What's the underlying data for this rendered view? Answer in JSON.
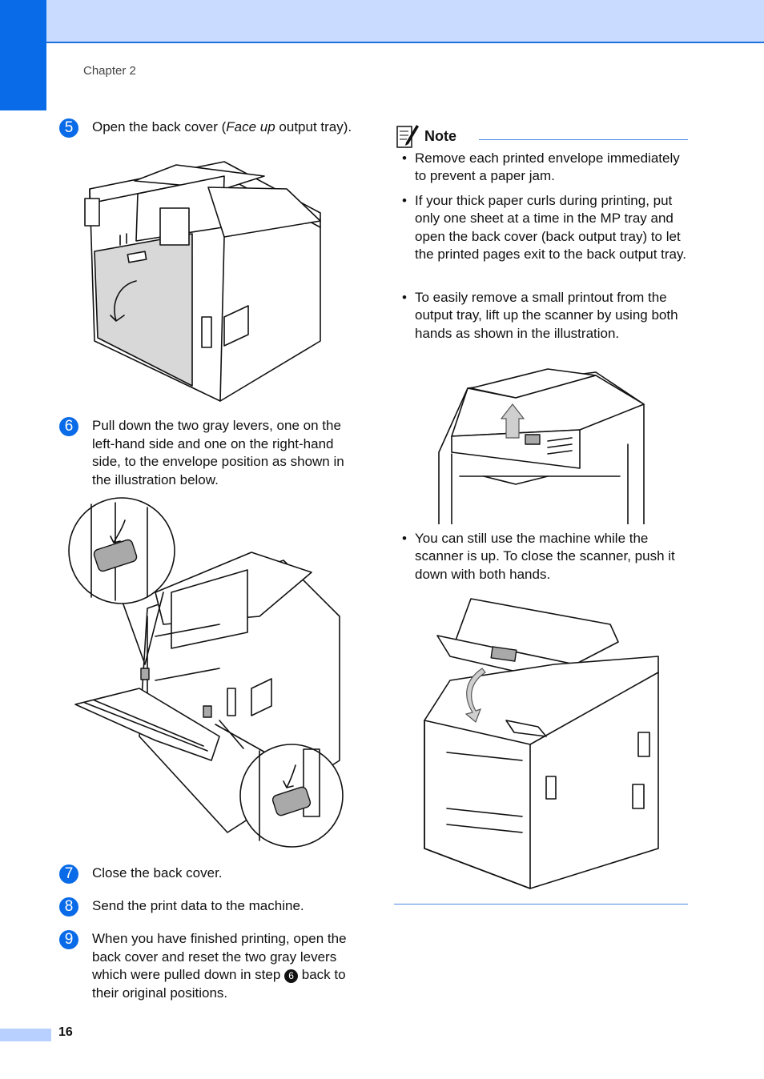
{
  "header": {
    "chapter": "Chapter 2"
  },
  "steps": [
    {
      "num": "5",
      "text_pre": "Open the back cover (",
      "text_em": "Face up",
      "text_post": " output tray)."
    },
    {
      "num": "6",
      "text": "Pull down the two gray levers, one on the left-hand side and one on the right-hand side, to the envelope position as shown in the illustration below."
    },
    {
      "num": "7",
      "text": "Close the back cover."
    },
    {
      "num": "8",
      "text": "Send the print data to the machine."
    },
    {
      "num": "9",
      "text_pre": "When you have finished printing, open the back cover and reset the two gray levers which were pulled down in step ",
      "ref": "6",
      "text_post": " back to their original positions."
    }
  ],
  "note": {
    "title": "Note",
    "bullets": [
      "Remove each printed envelope immediately to prevent a paper jam.",
      "If your thick paper curls during printing, put only one sheet at a time in the MP tray and open the back cover (back output tray) to let the printed pages exit to the back output tray.",
      "To easily remove a small printout from the output tray, lift up the scanner by using both hands as shown in the illustration.",
      "You can still use the machine while the scanner is up. To close the scanner, push it down with both hands."
    ]
  },
  "footer": {
    "page_number": "16"
  },
  "colors": {
    "accent": "#0a6be8",
    "header_bg": "#c9dcff",
    "rule": "#4b8be6"
  }
}
